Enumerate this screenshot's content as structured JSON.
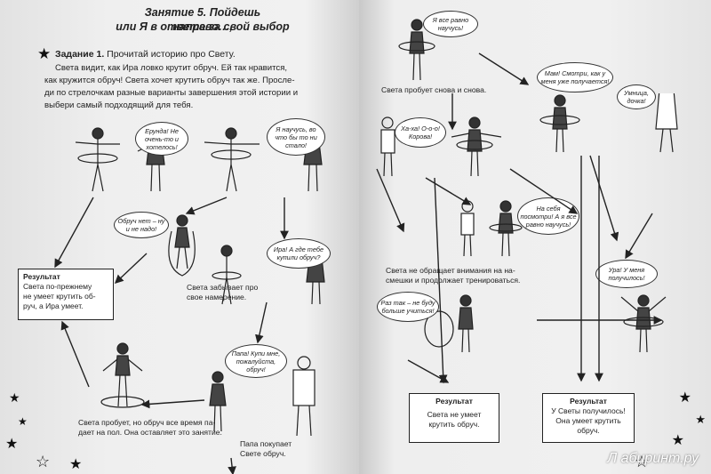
{
  "left_page": {
    "title_line1": "Занятие 5. Пойдешь направо…,",
    "title_line2": "или Я в ответе за свой выбор",
    "task_label": "Задание 1.",
    "task_text": "Прочитай историю про Свету.",
    "paragraph_lines": [
      "Света видит, как Ира ловко крутит обруч. Ей так нравится,",
      "как кружится обруч! Света хочет крутить обруч так же. Просле-",
      "ди по стрелочкам разные варианты завершения этой истории и",
      "выбери самый подходящий для тебя."
    ],
    "bubbles": {
      "erunda": "Ерунда! Не очень-то и хотелось!",
      "nauchus": "Я научусь, во что бы то ни стало!",
      "obruch_net": "Обруч нет – ну и не надо!",
      "ira_gde": "Ира! А где тебе купили обруч?",
      "papa": "Папа! Купи мне, пожалуйста, обруч!"
    },
    "captions": {
      "zabyvaet_1": "Света забывает про",
      "zabyvaet_2": "свое намерение.",
      "probuet_1": "Света пробует, но обруч все время па-",
      "probuet_2": "дает на пол. Она оставляет это занятие.",
      "papa_1": "Папа покупает",
      "papa_2": "Свете обруч."
    },
    "result": {
      "heading": "Результат",
      "line1": "Света по-прежнему",
      "line2": "не умеет крутить об-",
      "line3": "руч, а Ира умеет."
    }
  },
  "right_page": {
    "bubbles": {
      "vse_ravno": "Я все равно научусь!",
      "mam": "Мам! Смотри, как у меня уже получается!",
      "umnica": "Умница, дочка!",
      "haha": "Ха-ха! О-о-о! Корова!",
      "na_sebya": "На себя посмотри! А я все равно научусь!",
      "ura": "Ура! У меня получилось!",
      "raz_tak": "Раз так – не буду больше учиться!"
    },
    "captions": {
      "snova": "Света пробует снова и снова.",
      "ne_obrashaet_1": "Света не обращает внимания на на-",
      "ne_obrashaet_2": "смешки и продолжает тренироваться."
    },
    "result_fail": {
      "heading": "Результат",
      "line1": "Света не умеет",
      "line2": "крутить обруч."
    },
    "result_success": {
      "heading": "Результат",
      "line1": "У Светы получилось!",
      "line2": "Она умеет крутить",
      "line3": "обруч."
    }
  },
  "watermark": "Л абиринт.ру",
  "colors": {
    "paper": "#f0f0f0",
    "ink": "#222222",
    "background": "#8f8f8f"
  }
}
